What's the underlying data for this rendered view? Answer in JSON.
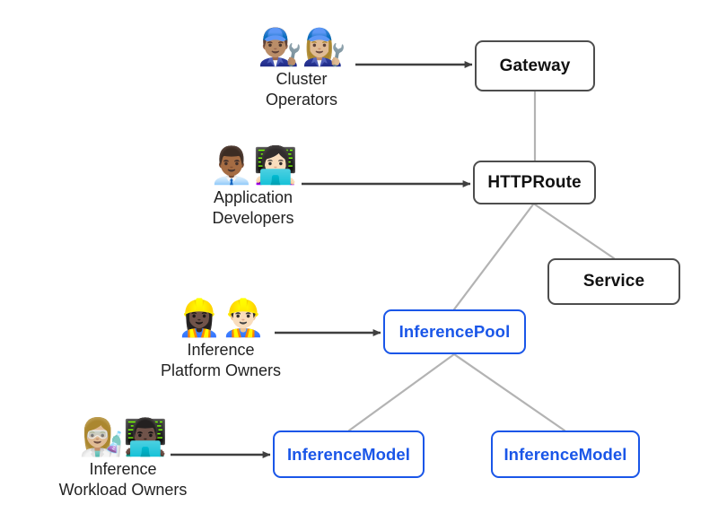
{
  "diagram": {
    "title": "Gateway API Inference Extension resource model and personas",
    "background_color": "#ffffff",
    "colors": {
      "blue_accent": "#1a56e8",
      "box_border_dark": "#4d4d4d",
      "edge_gray": "#b3b3b3",
      "arrow_dark": "#3f3f3f",
      "text_dark": "#111111",
      "label_text": "#222222"
    },
    "nodes": [
      {
        "id": "gateway",
        "label": "Gateway",
        "style": "dark"
      },
      {
        "id": "httproute",
        "label": "HTTPRoute",
        "style": "dark"
      },
      {
        "id": "service",
        "label": "Service",
        "style": "dark"
      },
      {
        "id": "inferencepool",
        "label": "InferencePool",
        "style": "blue"
      },
      {
        "id": "model_left",
        "label": "InferenceModel",
        "style": "blue"
      },
      {
        "id": "model_right",
        "label": "InferenceModel",
        "style": "blue"
      }
    ],
    "actors": [
      {
        "id": "cluster_operators",
        "label": "Cluster\nOperators",
        "emojis": "👨🏽‍🔧👩🏼‍🔧",
        "emoji_names": [
          "man-mechanic-icon",
          "woman-mechanic-icon"
        ],
        "targets": "gateway"
      },
      {
        "id": "application_developers",
        "label": "Application\nDevelopers",
        "emojis": "👨🏾‍💼👩🏻‍💻",
        "emoji_names": [
          "man-office-worker-icon",
          "woman-technologist-icon"
        ],
        "targets": "httproute"
      },
      {
        "id": "inference_platform_owners",
        "label": "Inference\nPlatform Owners",
        "emojis": "👷🏿‍♀️👷🏻‍♂️",
        "emoji_names": [
          "woman-construction-worker-icon",
          "man-construction-worker-icon"
        ],
        "targets": "inferencepool"
      },
      {
        "id": "inference_workload_owners",
        "label": "Inference\nWorkload Owners",
        "emojis": "👩🏼‍🔬👨🏿‍💻",
        "emoji_names": [
          "woman-scientist-icon",
          "man-technologist-icon"
        ],
        "targets": "model_left"
      }
    ],
    "edges": [
      {
        "from": "gateway",
        "to": "httproute",
        "kind": "link"
      },
      {
        "from": "httproute",
        "to": "inferencepool",
        "kind": "link"
      },
      {
        "from": "httproute",
        "to": "service",
        "kind": "link"
      },
      {
        "from": "inferencepool",
        "to": "model_left",
        "kind": "link"
      },
      {
        "from": "inferencepool",
        "to": "model_right",
        "kind": "link"
      }
    ],
    "arrows": [
      {
        "from": "cluster_operators",
        "to": "gateway"
      },
      {
        "from": "application_developers",
        "to": "httproute"
      },
      {
        "from": "inference_platform_owners",
        "to": "inferencepool"
      },
      {
        "from": "inference_workload_owners",
        "to": "model_left"
      }
    ]
  }
}
